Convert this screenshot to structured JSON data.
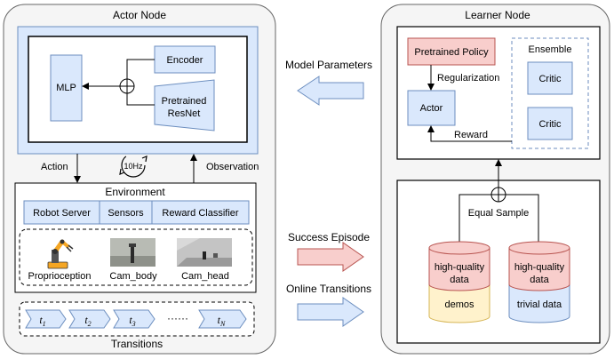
{
  "actor_node": {
    "title": "Actor Node",
    "mlp": "MLP",
    "encoder": "Encoder",
    "pretrained_resnet_line1": "Pretrained",
    "pretrained_resnet_line2": "ResNet",
    "action": "Action",
    "observation": "Observation",
    "clock": "10Hz",
    "environment": {
      "title": "Environment",
      "components": [
        "Robot Server",
        "Sensors",
        "Reward Classifier"
      ],
      "observations": [
        "Proprioception",
        "Cam_body",
        "Cam_head"
      ]
    },
    "transitions": {
      "items": [
        "t",
        "t",
        "t",
        "t"
      ],
      "subscripts": [
        "1",
        "2",
        "3",
        "N"
      ],
      "ellipsis": "······",
      "label": "Transitions"
    }
  },
  "middle": {
    "model_parameters": "Model Parameters",
    "success_episode": "Success Episode",
    "online_transitions": "Online Transitions"
  },
  "learner_node": {
    "title": "Learner Node",
    "pretrained_policy": "Pretrained Policy",
    "regularization": "Regularization",
    "actor": "Actor",
    "reward": "Reward",
    "ensemble": {
      "title": "Ensemble",
      "critics": [
        "Critic",
        "Critic"
      ]
    },
    "equal_sample": "Equal Sample",
    "buffers": [
      {
        "top_line1": "high-quality",
        "top_line2": "data",
        "bottom": "demos"
      },
      {
        "top_line1": "high-quality",
        "top_line2": "data",
        "bottom": "trivial data"
      }
    ]
  },
  "colors": {
    "blue_fill": "#dae8fc",
    "blue_stroke": "#6c8ebf",
    "red_fill": "#f8cecc",
    "red_stroke": "#b85450",
    "yellow_fill": "#fff2cc",
    "yellow_stroke": "#d6b656",
    "panel_fill": "#f5f5f5",
    "panel_stroke": "#666666"
  }
}
